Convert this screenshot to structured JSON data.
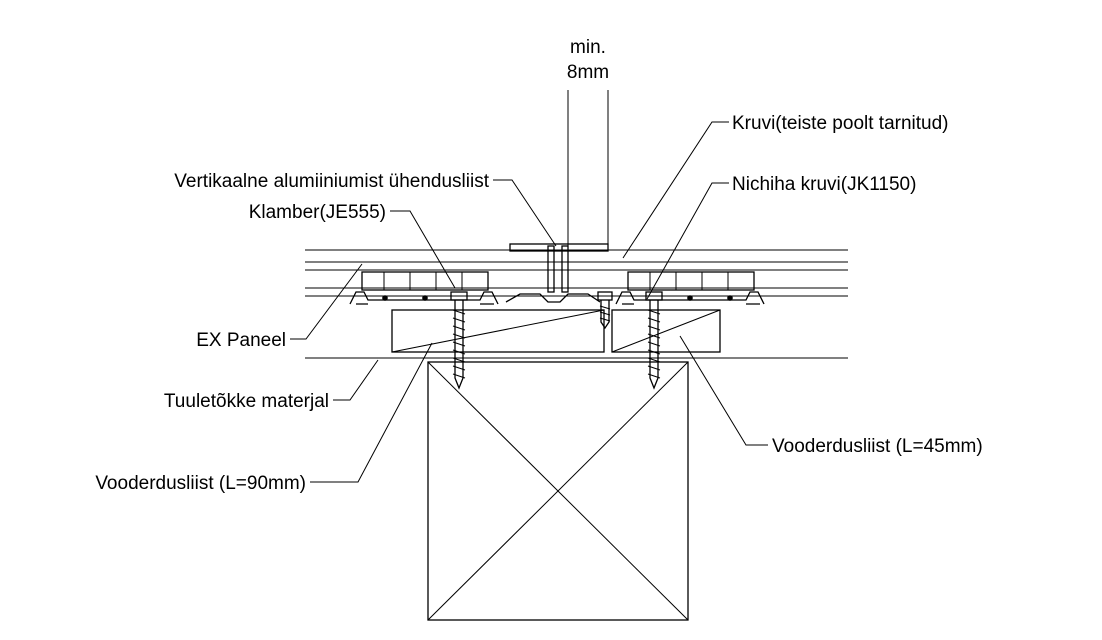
{
  "labels": {
    "min": "min.",
    "gap": "8mm",
    "screw_third_party": "Kruvi(teiste poolt tarnitud)",
    "vertical_joint": "Vertikaalne alumiiniumist ühendusliist",
    "nichiha_screw": "Nichiha kruvi(JK1150)",
    "clamp": "Klamber(JE555)",
    "panel": "EX Paneel",
    "wind_barrier": "Tuuletõkke materjal",
    "batten_45": "Vooderdusliist (L=45mm)",
    "batten_90": "Vooderdusliist (L=90mm)"
  }
}
